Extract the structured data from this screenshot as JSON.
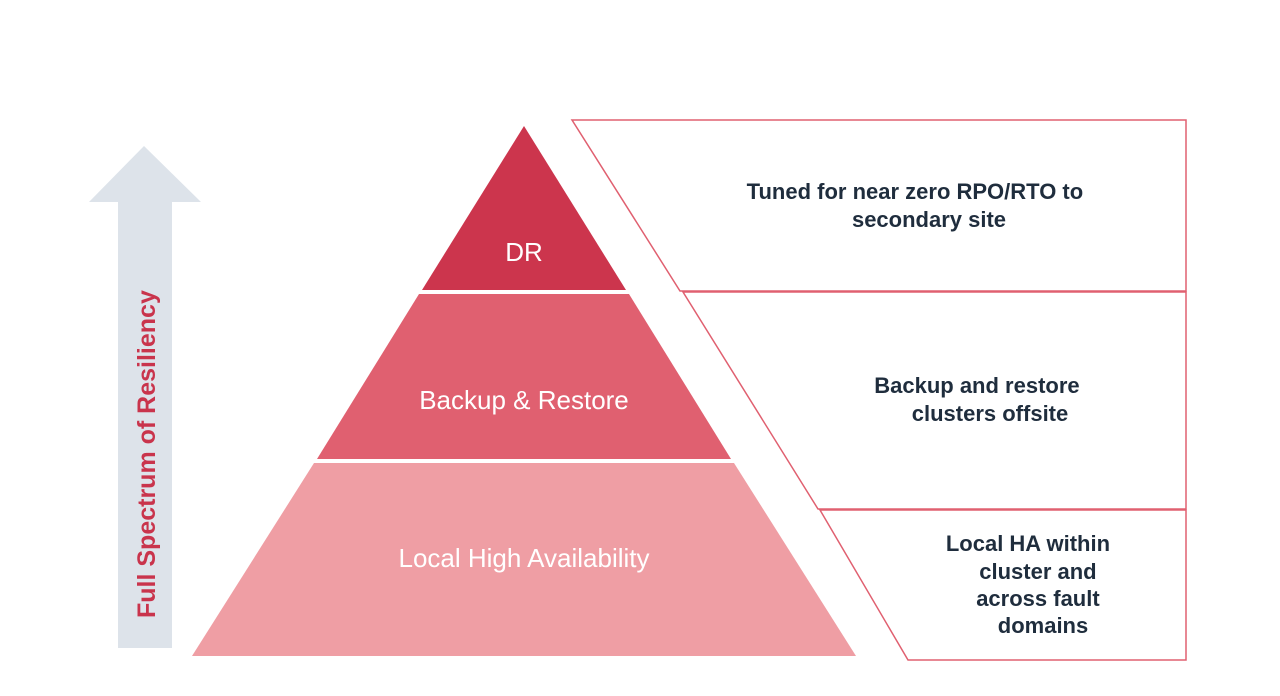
{
  "arrow": {
    "label": "Full Spectrum of Resiliency"
  },
  "tiers": [
    {
      "label": "DR",
      "description_lines": [
        "Tuned for near zero RPO/RTO to",
        "secondary site"
      ]
    },
    {
      "label": "Backup & Restore",
      "description_lines": [
        "Backup and restore",
        "clusters offsite"
      ]
    },
    {
      "label": "Local High Availability",
      "description_lines": [
        "Local HA within",
        "cluster and",
        "across fault",
        "domains"
      ]
    }
  ],
  "colors": {
    "arrow": "#dde3ea",
    "arrow_text": "#c9344c",
    "tier_top": "#cc354d",
    "tier_middle": "#e06070",
    "tier_bottom": "#ef9ea4",
    "box_border": "#e06070",
    "desc_text": "#1f2d3d"
  }
}
